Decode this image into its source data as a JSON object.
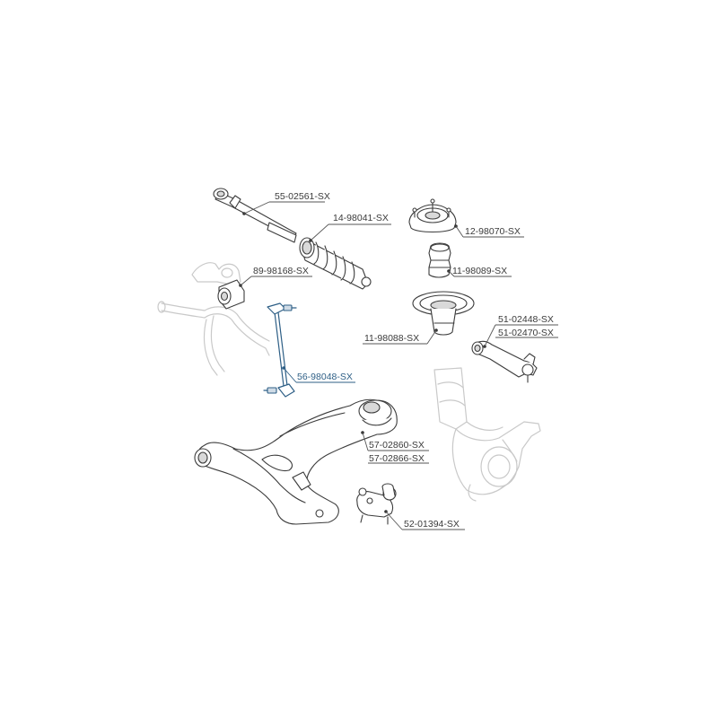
{
  "diagram": {
    "labels": {
      "tie_rod": "55-02561-SX",
      "steering_boot": "14-98041-SX",
      "strut_mount": "12-98070-SX",
      "stabilizer_bushing": "89-98168-SX",
      "bump_stop": "11-98089-SX",
      "dust_boot": "11-98088-SX",
      "tie_rod_end_1": "51-02448-SX",
      "tie_rod_end_2": "51-02470-SX",
      "stabilizer_link": "56-98048-SX",
      "control_arm_1": "57-02860-SX",
      "control_arm_2": "57-02866-SX",
      "ball_joint": "52-01394-SX"
    },
    "colors": {
      "line": "#3c3c3c",
      "highlight": "#2e5f86",
      "ghost": "#c9c9c9"
    }
  }
}
